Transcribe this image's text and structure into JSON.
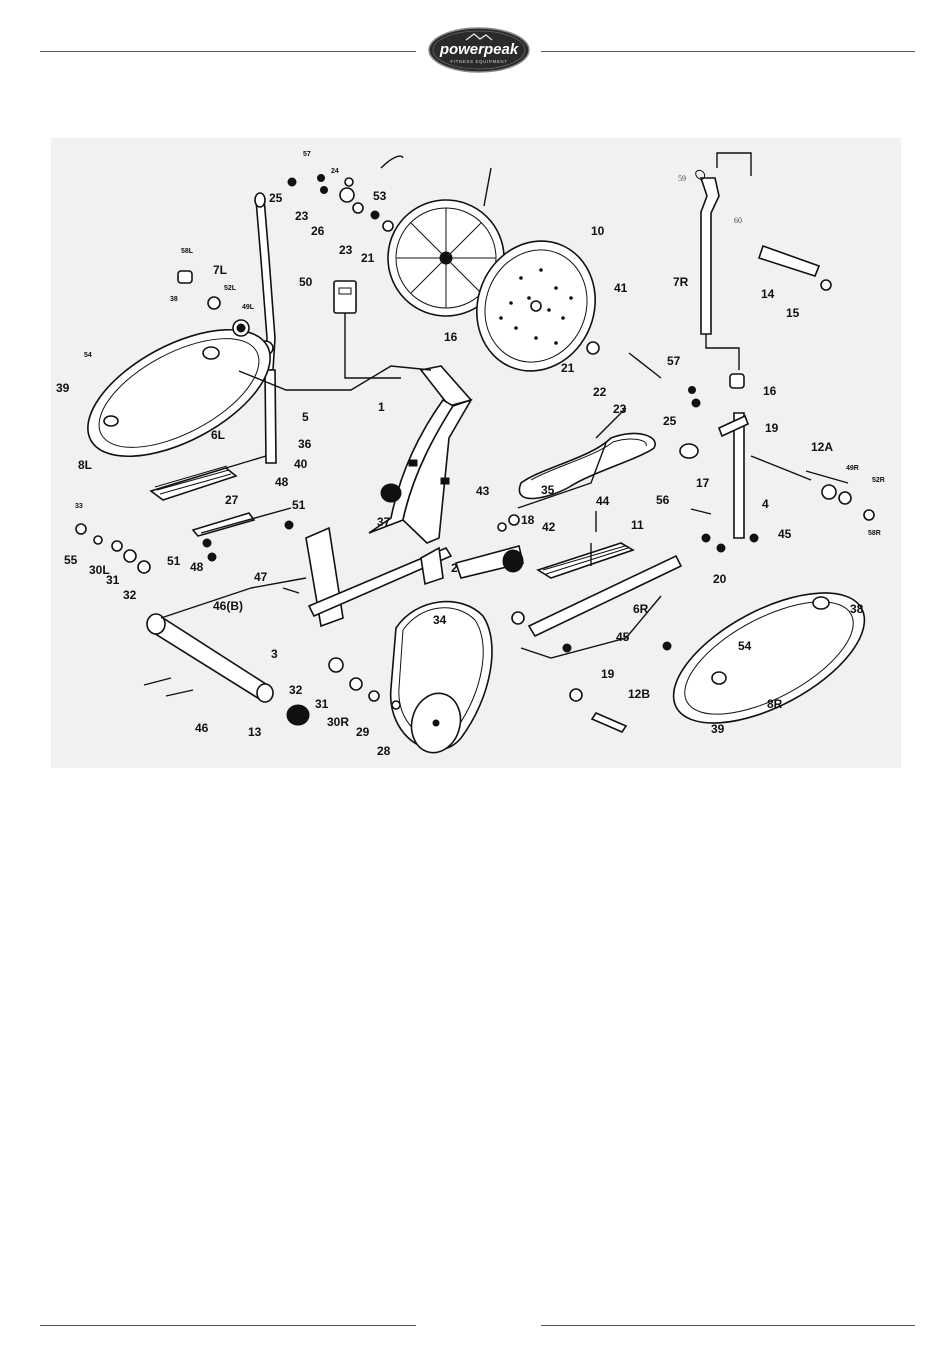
{
  "brand": {
    "name": "powerpeak",
    "tagline": "FITNESS EQUIPMENT"
  },
  "diagram": {
    "part_labels": [
      "57",
      "24",
      "25",
      "23",
      "26",
      "53",
      "23",
      "21",
      "7L",
      "58L",
      "52L",
      "49L",
      "38",
      "50",
      "16",
      "10",
      "41",
      "7R",
      "59",
      "60",
      "14",
      "15",
      "54",
      "39",
      "8L",
      "5",
      "6L",
      "36",
      "40",
      "48",
      "51",
      "27",
      "33",
      "55",
      "30L",
      "31",
      "32",
      "51",
      "48",
      "47",
      "46(B)",
      "1",
      "37",
      "34",
      "43",
      "18",
      "42",
      "2",
      "35",
      "44",
      "11",
      "57",
      "25",
      "21",
      "22",
      "23",
      "16",
      "19",
      "17",
      "12A",
      "49R",
      "52R",
      "58R",
      "56",
      "4",
      "45",
      "20",
      "6R",
      "45",
      "3",
      "32",
      "31",
      "30R",
      "29",
      "28",
      "13",
      "46",
      "19",
      "12B",
      "54",
      "38",
      "8R",
      "39"
    ]
  },
  "colors": {
    "rule": "#555555",
    "logo_bg": "#2a2a2a",
    "diagram_bg": "#f1f1f1"
  }
}
